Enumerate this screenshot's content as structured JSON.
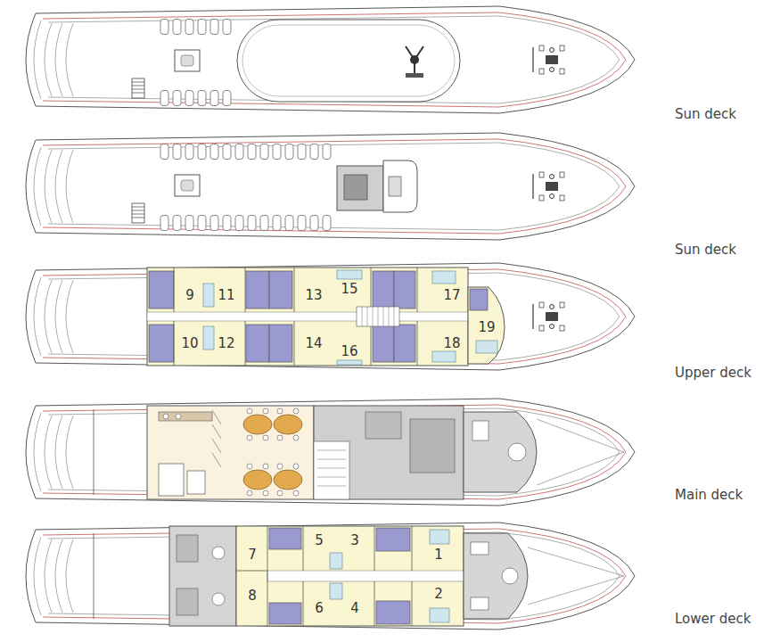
{
  "diagram": {
    "labels": [
      "Sun deck",
      "Sun deck",
      "9",
      "11",
      "13",
      "15",
      "17",
      "10",
      "12",
      "14",
      "16",
      "18",
      "19",
      "Upper deck",
      "Main deck",
      "5",
      "3",
      "7",
      "1",
      "8",
      "2",
      "6",
      "4",
      "Lower deck"
    ]
  }
}
